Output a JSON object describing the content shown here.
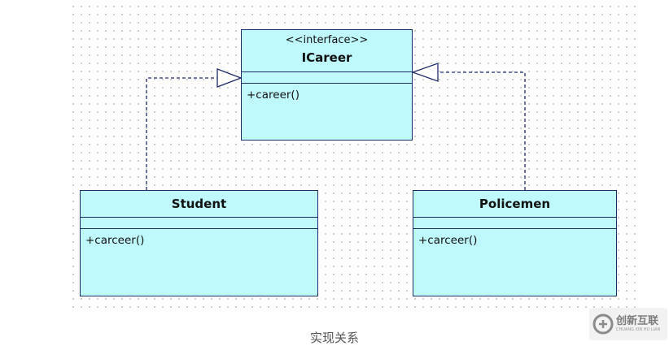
{
  "diagram": {
    "interface": {
      "stereotype": "<<interface>>",
      "name": "ICareer",
      "operations": [
        "+career()"
      ]
    },
    "classes": [
      {
        "name": "Student",
        "operations": [
          "+carceer()"
        ]
      },
      {
        "name": "Policemen",
        "operations": [
          "+carceer()"
        ]
      }
    ],
    "relationships": [
      {
        "type": "realization",
        "from": "Student",
        "to": "ICareer"
      },
      {
        "type": "realization",
        "from": "Policemen",
        "to": "ICareer"
      }
    ],
    "colors": {
      "box_fill": "#bff9fb",
      "border": "#1f2b6b"
    }
  },
  "caption": "实现关系",
  "watermark": {
    "text_cn": "创新互联",
    "text_en": "CHUANG XIN HU LIAN"
  }
}
